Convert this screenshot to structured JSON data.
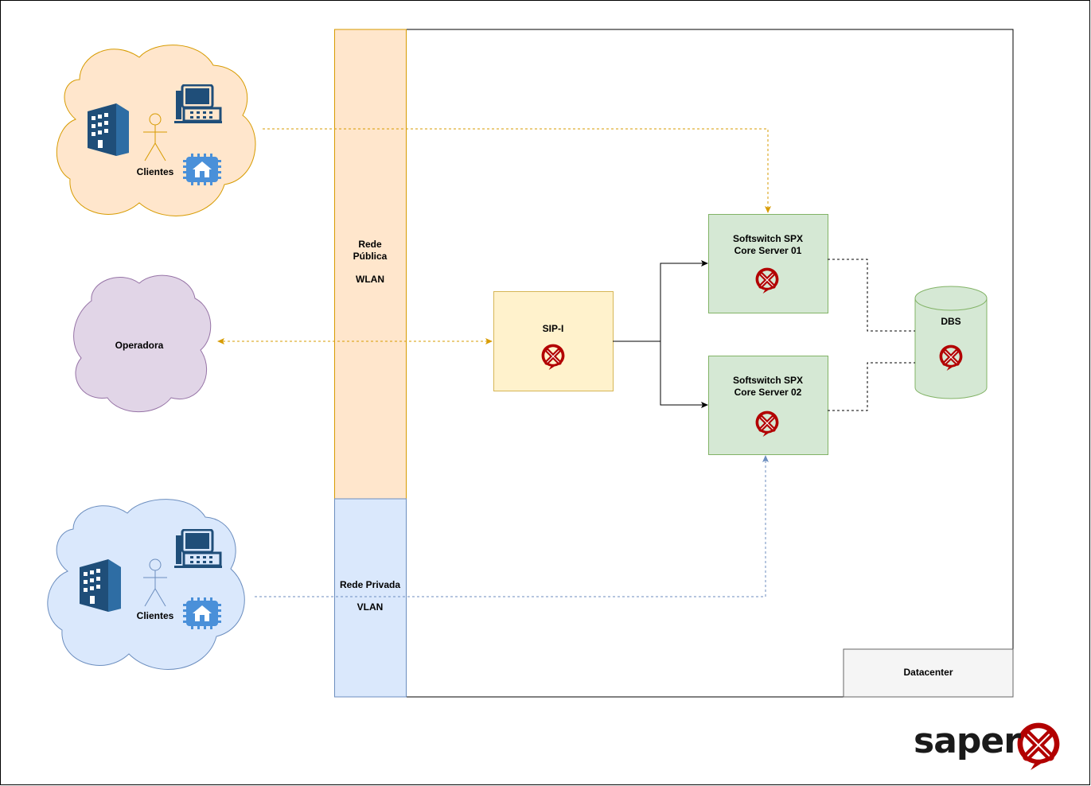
{
  "labels": {
    "clientes_top": "Clientes",
    "clientes_bottom": "Clientes",
    "operadora": "Operadora",
    "rede_publica_line1": "Rede",
    "rede_publica_line2": "Pública",
    "wlan": "WLAN",
    "rede_privada": "Rede Privada",
    "vlan": "VLAN",
    "sipi": "SIP-I",
    "softswitch_01_line1": "Softswitch SPX",
    "softswitch_01_line2": "Core Server 01",
    "softswitch_02_line1": "Softswitch SPX",
    "softswitch_02_line2": "Core Server 02",
    "dbs": "DBS",
    "datacenter": "Datacenter",
    "logo": "saper"
  },
  "colors": {
    "public_fill": "#ffe6cc",
    "public_stroke": "#d79b00",
    "private_fill": "#dae8fc",
    "private_stroke": "#6c8ebf",
    "operadora_fill": "#e1d5e7",
    "operadora_stroke": "#9673a6",
    "sipi_fill": "#fff2cc",
    "sipi_stroke": "#d6b656",
    "server_fill": "#d5e8d4",
    "server_stroke": "#82b366",
    "datacenter_fill": "#f5f5f5",
    "datacenter_stroke": "#666666",
    "brand_red": "#b20000",
    "device_blue": "#1f4e79"
  }
}
